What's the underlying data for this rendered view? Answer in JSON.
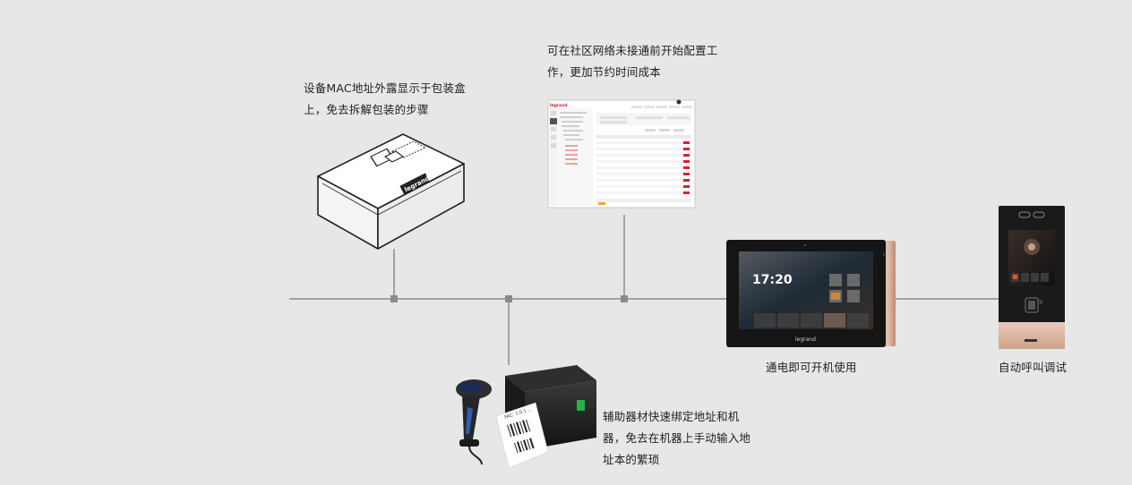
{
  "captions": {
    "box": [
      "设备MAC地址外露显示于包装盒",
      "上，免去拆解包装的步骤"
    ],
    "software": [
      "可在社区网络未接通前开始配置工",
      "作，更加节约时间成本"
    ],
    "scanner": [
      "辅助器材快速绑定地址和机",
      "器，免去在机器上手动输入地",
      "址本的繁琐"
    ],
    "monitor": [
      "通电即可开机使用"
    ],
    "door": [
      "自动呼叫调试"
    ]
  },
  "devices": {
    "box_brand": "legrand",
    "monitor_brand": "legrand",
    "monitor_time": "17:20",
    "software_brand": "legrand",
    "label_text": "FAC: 1.0.1 ..."
  },
  "colors": {
    "background": "#e7e7e7",
    "line": "#8c8c8c",
    "node": "#8a8a8a",
    "accent_red": "#d2202f",
    "rose_gold": "#d6a98f"
  }
}
